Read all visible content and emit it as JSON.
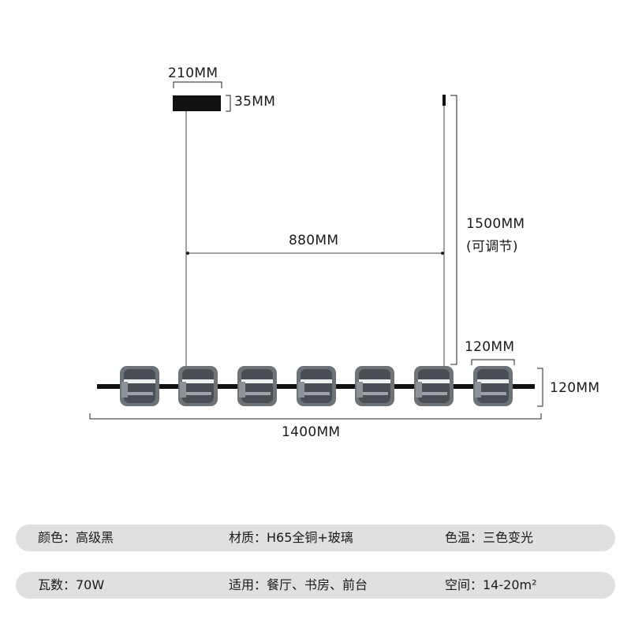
{
  "dimensions": {
    "canopy_width": "210MM",
    "canopy_height": "35MM",
    "drop": "1500MM",
    "drop_note": "(可调节)",
    "suspension_spacing": "880MM",
    "shade_width": "120MM",
    "shade_height": "120MM",
    "total_length": "1400MM"
  },
  "specs": {
    "row1": {
      "color": "颜色：高级黑",
      "material": "材质：H65全铜+玻璃",
      "color_temp": "色温：三色变光"
    },
    "row2": {
      "wattage": "瓦数：70W",
      "usage": "适用：餐厅、书房、前台",
      "space": "空间：14-20m²"
    }
  },
  "colors": {
    "spec_bar": "#e0e0e0",
    "fixture": "#111111",
    "glass": "#6e7378"
  }
}
